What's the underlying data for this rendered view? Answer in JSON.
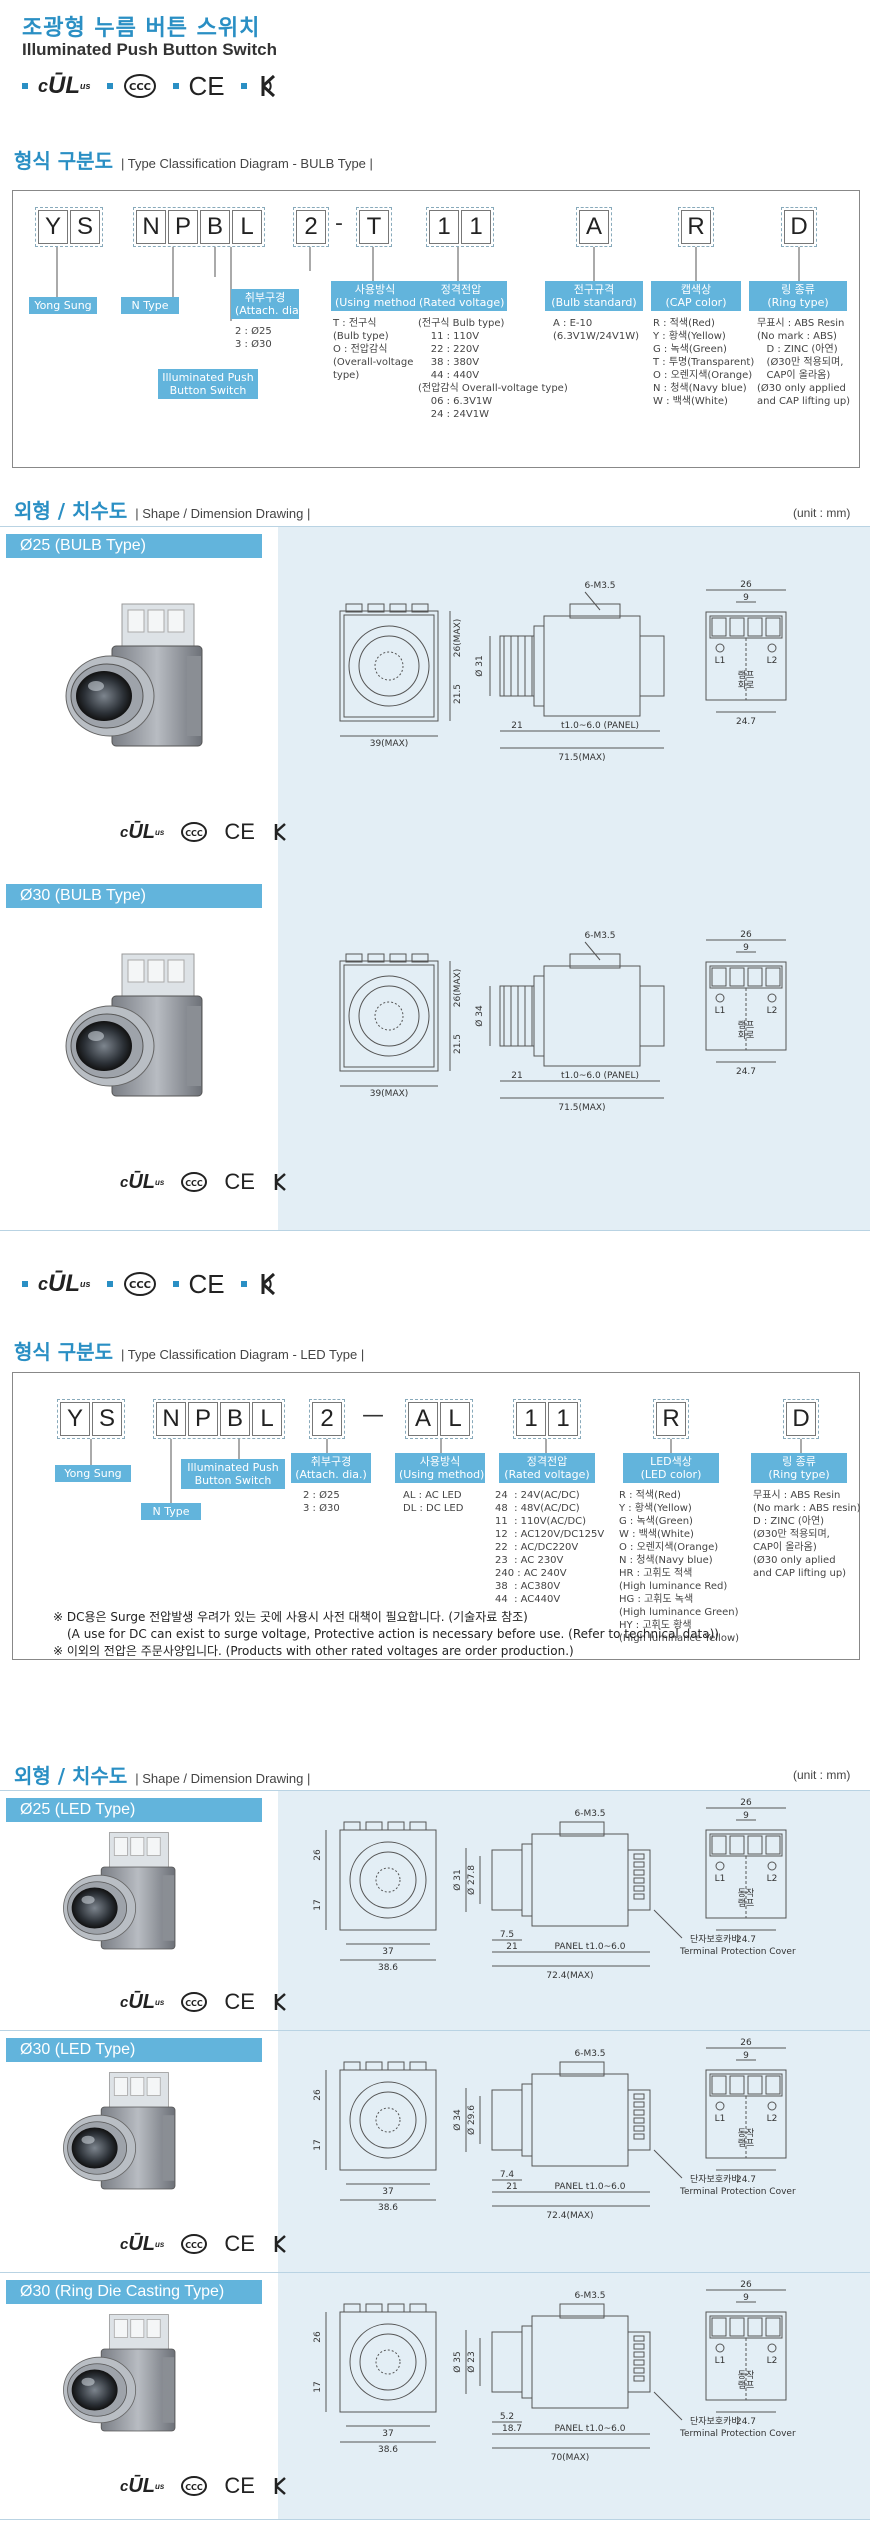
{
  "header": {
    "title_ko": "조광형 누름 버튼 스위치",
    "title_en": "Illuminated Push Button Switch"
  },
  "certs": [
    {
      "name": "cULus",
      "icon": "ul-icon"
    },
    {
      "name": "CCC",
      "icon": "ccc-icon"
    },
    {
      "name": "CE",
      "icon": "ce-icon"
    },
    {
      "name": "KC",
      "icon": "kc-icon"
    }
  ],
  "colors": {
    "accent": "#2a8fc4",
    "tag": "#62b4dc",
    "pane": "#e3eef5"
  },
  "bulb_type": {
    "section_ko": "형식 구분도",
    "section_en": "| Type Classification Diagram - BULB Type |",
    "code": {
      "ys": [
        "Y",
        "S"
      ],
      "npbl": [
        "N",
        "P",
        "B",
        "L"
      ],
      "size": "2",
      "dash": "-",
      "t": "T",
      "volt": [
        "1",
        "1"
      ],
      "a": "A",
      "r": "R",
      "d": "D"
    },
    "tags": {
      "yong": "Yong Sung",
      "ntype": "N Type",
      "ips": "Illuminated Push\nButton Switch",
      "attach": "취부구경\n(Attach. dia.)",
      "method": "사용방식\n(Using method)",
      "volt": "정격전압\n(Rated voltage)",
      "bulb": "전구규격\n(Bulb standard)",
      "cap": "캡색상\n(CAP color)",
      "ring": "링 종류\n(Ring type)"
    },
    "desc": {
      "attach": "2 : Ø25\n3 : Ø30",
      "method": "T : 전구식\n(Bulb type)\nO : 전압감식\n(Overall-voltage\ntype)",
      "volt": "(전구식 Bulb type)\n    11 : 110V\n    22 : 220V\n    38 : 380V\n    44 : 440V\n(전압감식 Overall-voltage type)\n    06 : 6.3V1W\n    24 : 24V1W",
      "bulb": "A : E-10\n(6.3V1W/24V1W)",
      "cap": "R : 적색(Red)\nY : 황색(Yellow)\nG : 녹색(Green)\nT : 투명(Transparent)\nO : 오렌지색(Orange)\nN : 청색(Navy blue)\nW : 백색(White)",
      "ring": "무표시 : ABS Resin\n(No mark : ABS)\n   D : ZINC (아연)\n   (Ø30만 적용되며,\n   CAP이 올라옴)\n(Ø30 only applied\nand CAP lifting up)"
    }
  },
  "shape1": {
    "section_ko": "외형 / 치수도",
    "section_en": "| Shape / Dimension Drawing |",
    "unit": "(unit : mm)"
  },
  "bulb_items": [
    {
      "label": "Ø25 (BULB Type)",
      "d": "Ø 31",
      "h1": "26(MAX)",
      "h2": "21.5",
      "w1": "39(MAX)",
      "w2": "21",
      "t": "t1.0~6.0 (PANEL)",
      "len": "71.5(MAX)",
      "screw": "6-M3.5",
      "tw": "26",
      "tp": "9",
      "tb": "24.7",
      "l1": "L1",
      "l2": "L2",
      "mid": "램프\n회로"
    },
    {
      "label": "Ø30 (BULB Type)",
      "d": "Ø 34",
      "h1": "26(MAX)",
      "h2": "21.5",
      "w1": "39(MAX)",
      "w2": "21",
      "t": "t1.0~6.0 (PANEL)",
      "len": "71.5(MAX)",
      "screw": "6-M3.5",
      "tw": "26",
      "tp": "9",
      "tb": "24.7",
      "l1": "L1",
      "l2": "L2",
      "mid": "램프\n회로"
    }
  ],
  "led_type": {
    "section_ko": "형식 구분도",
    "section_en": "| Type Classification Diagram - LED Type |",
    "code": {
      "ys": [
        "Y",
        "S"
      ],
      "npbl": [
        "N",
        "P",
        "B",
        "L"
      ],
      "size": "2",
      "dash": "—",
      "al": [
        "A",
        "L"
      ],
      "volt": [
        "1",
        "1"
      ],
      "r": "R",
      "d": "D"
    },
    "tags": {
      "yong": "Yong Sung",
      "ntype": "N Type",
      "ips": "Illuminated Push\nButton Switch",
      "attach": "취부구경\n(Attach. dia.)",
      "method": "사용방식\n(Using method)",
      "volt": "정격전압\n(Rated voltage)",
      "led": "LED색상\n(LED color)",
      "ring": "링 종류\n(Ring type)"
    },
    "desc": {
      "attach": "2 : Ø25\n3 : Ø30",
      "method": "AL : AC LED\nDL : DC LED",
      "volt": "24  : 24V(AC/DC)\n48  : 48V(AC/DC)\n11  : 110V(AC/DC)\n12  : AC120V/DC125V\n22  : AC/DC220V\n23  : AC 230V\n240 : AC 240V\n38  : AC380V\n44  : AC440V",
      "led": "R : 적색(Red)\nY : 황색(Yellow)\nG : 녹색(Green)\nW : 백색(White)\nO : 오렌지색(Orange)\nN : 청색(Navy blue)\nHR : 고휘도 적색\n(High luminance Red)\nHG : 고휘도 녹색\n(High luminance Green)\nHY : 고휘도 황색\n(High luminance Yellow)",
      "ring": "무표시 : ABS Resin\n(No mark : ABS resin)\nD : ZINC (아연)\n(Ø30만 적용되며,\nCAP이 올라옴)\n(Ø30 only aplied\nand CAP lifting up)"
    },
    "notes": [
      "※ DC용은 Surge 전압발생 우려가 있는 곳에 사용시 사전 대책이 필요합니다. (기술자료 참조)",
      "(A use for DC can exist to surge voltage, Protective action is necessary before use. (Refer to technical data))",
      "※ 이외의 전압은 주문사양입니다. (Products with other rated voltages are order production.)"
    ]
  },
  "shape2": {
    "section_ko": "외형 / 치수도",
    "section_en": "| Shape / Dimension Drawing |",
    "unit": "(unit : mm)"
  },
  "led_items": [
    {
      "label": "Ø25 (LED Type)",
      "d": "Ø 31",
      "d2": "Ø 27.8",
      "h1": "26",
      "h2": "17",
      "w1": "37",
      "w2": "38.6",
      "a": "7.5",
      "b": "21",
      "t": "PANEL t1.0~6.0",
      "len": "72.4(MAX)",
      "screw": "6-M3.5",
      "tw": "26",
      "tp": "9",
      "tb": "24.7",
      "l1": "L1",
      "l2": "L2",
      "mid": "동작\n램프",
      "cover_ko": "단자보호카바",
      "cover_en": "Terminal Protection Cover"
    },
    {
      "label": "Ø30 (LED Type)",
      "d": "Ø 34",
      "d2": "Ø 29.6",
      "h1": "26",
      "h2": "17",
      "w1": "37",
      "w2": "38.6",
      "a": "7.4",
      "b": "21",
      "t": "PANEL t1.0~6.0",
      "len": "72.4(MAX)",
      "screw": "6-M3.5",
      "tw": "26",
      "tp": "9",
      "tb": "24.7",
      "l1": "L1",
      "l2": "L2",
      "mid": "동작\n램프",
      "cover_ko": "단자보호카바",
      "cover_en": "Terminal Protection Cover"
    },
    {
      "label": "Ø30 (Ring Die Casting Type)",
      "d": "Ø 35",
      "d2": "Ø 23",
      "h1": "26",
      "h2": "17",
      "w1": "37",
      "w2": "38.6",
      "a": "5.2",
      "b": "18.7",
      "t": "PANEL t1.0~6.0",
      "len": "70(MAX)",
      "screw": "6-M3.5",
      "tw": "26",
      "tp": "9",
      "tb": "24.7",
      "l1": "L1",
      "l2": "L2",
      "mid": "동작\n램프",
      "cover_ko": "단자보호카바",
      "cover_en": "Terminal Protection Cover"
    }
  ]
}
